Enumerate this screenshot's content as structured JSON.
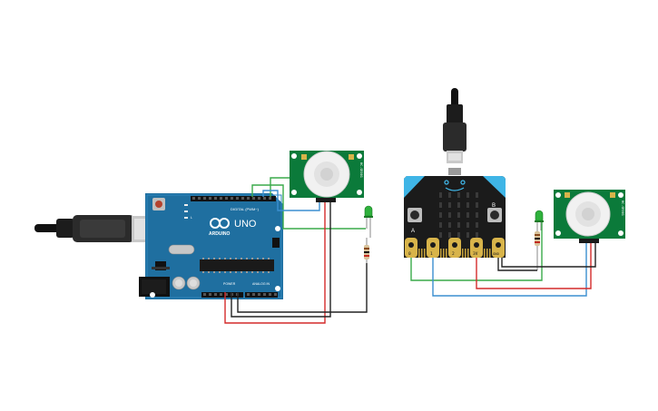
{
  "arduino": {
    "brand": "ARDUINO",
    "model": "UNO",
    "digital_label": "DIGITAL (PWM~)",
    "power_label": "POWER",
    "analog_label": "ANALOG IN",
    "tx": "TX",
    "rx": "RX",
    "l": "L",
    "aref": "AREF",
    "gnd": "GND"
  },
  "microbit": {
    "pads": [
      "0",
      "1",
      "2",
      "3V",
      "GND"
    ],
    "button_a": "A",
    "button_b": "B"
  },
  "pir_left": {
    "label": "HC-SR501"
  },
  "pir_right": {
    "label": "HC-SR501"
  },
  "colors": {
    "board_blue": "#1f6fa0",
    "microbit_black": "#1b1b1b",
    "microbit_accent": "#3fb5e6",
    "pir_green": "#0b7a3a",
    "wire_red": "#d42a2a",
    "wire_black": "#222222",
    "wire_green": "#3aaa4a",
    "wire_blue": "#3b8fd0",
    "led_green": "#2fb13c",
    "gold": "#d8b44a"
  }
}
